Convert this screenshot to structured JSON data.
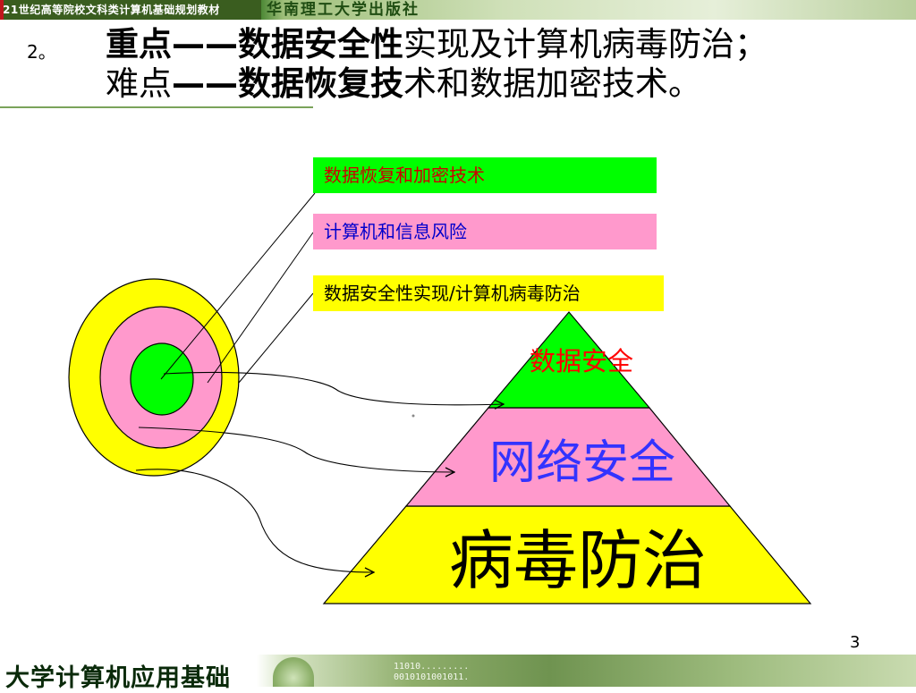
{
  "header": {
    "series_label": "21世纪高等院校文科类计算机基础规划教材",
    "publisher": "华南理工大学出版社"
  },
  "slide": {
    "item_number": "2。",
    "line1": {
      "focus_label": "重点",
      "dash": "——",
      "focus_topic": "数据安全性",
      "rest": "实现及计算机病毒防治；"
    },
    "line2": {
      "difficulty_label": "难点",
      "dash": "——",
      "difficulty_topic": "数据恢复技",
      "rest": "术和数据加密技术。"
    }
  },
  "boxes": [
    {
      "text": "数据恢复和加密技术",
      "bg": "#00ff00",
      "color": "#cc0000"
    },
    {
      "text": "计算机和信息风险",
      "bg": "#ff99cc",
      "color": "#0000cc"
    },
    {
      "text": "数据安全性实现/计算机病毒防治",
      "bg": "#ffff00",
      "color": "#000000"
    }
  ],
  "pyramid": {
    "top": {
      "text": "数据安全",
      "fill": "#00ff00",
      "color": "#ff0000"
    },
    "middle": {
      "text": "网络安全",
      "fill": "#ff99cc",
      "color": "#3333ff"
    },
    "bottom": {
      "text": "病毒防治",
      "fill": "#ffff00",
      "color": "#000000"
    }
  },
  "rings": {
    "outer": "#ffff00",
    "middle": "#ff99cc",
    "inner": "#00ff00"
  },
  "footer": {
    "title": "大学计算机应用基础",
    "binary_line1": "11010.........",
    "binary_line2": "0010101001011.",
    "page_number": "3"
  }
}
